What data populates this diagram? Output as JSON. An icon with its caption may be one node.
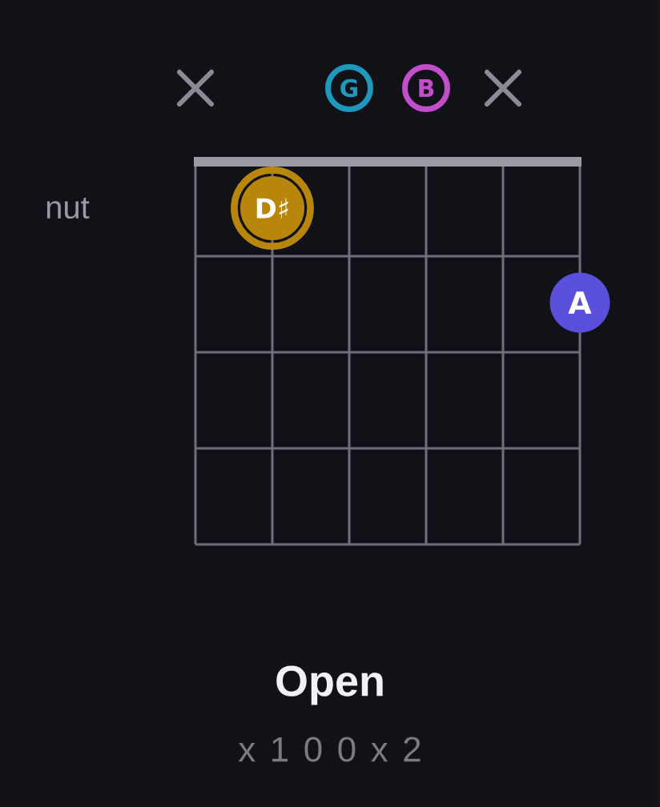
{
  "diagram": {
    "title": "Open",
    "nodes": [
      {
        "text": [
          "G"
        ]
      },
      {
        "text": [
          "B"
        ]
      },
      {
        "text": [
          "D♯"
        ]
      },
      {
        "text": [
          "A"
        ]
      }
    ],
    "labels": [
      "nut",
      "x 1 0 0 x 2"
    ]
  }
}
